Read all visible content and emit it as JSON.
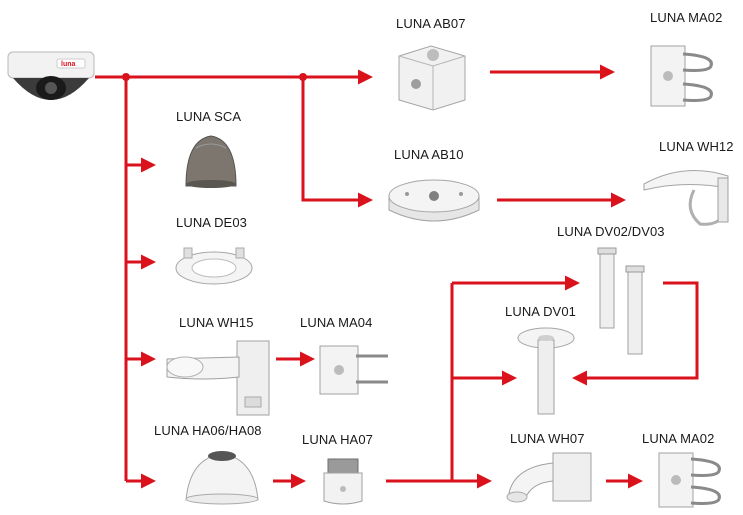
{
  "colors": {
    "accent": "#d9121b",
    "product": "#ececec",
    "product_edge": "#9a9a9a",
    "dark": "#2a2a2a"
  },
  "labels": {
    "ab07": "LUNA AB07",
    "ma02_top": "LUNA MA02",
    "sca": "LUNA SCA",
    "ab10": "LUNA AB10",
    "wh12": "LUNA WH12",
    "de03": "LUNA DE03",
    "dv0203": "LUNA DV02/DV03",
    "wh15": "LUNA WH15",
    "ma04": "LUNA MA04",
    "dv01": "LUNA DV01",
    "ha0608": "LUNA HA06/HA08",
    "ha07": "LUNA HA07",
    "wh07": "LUNA WH07",
    "ma02_bottom": "LUNA MA02"
  },
  "camera": {
    "brand_text": "luna"
  },
  "icons": [
    "dome-camera-icon",
    "junction-box-icon",
    "pole-mount-bracket-icon",
    "smoke-cover-icon",
    "round-junction-box-icon",
    "rain-shield-icon",
    "ceiling-mount-icon",
    "extension-poles-icon",
    "wall-bracket-icon",
    "pole-adapter-icon",
    "pendant-pipe-icon",
    "pendant-cap-icon",
    "pendant-adapter-icon",
    "wall-mount-icon",
    "pole-mount-bracket-icon"
  ]
}
